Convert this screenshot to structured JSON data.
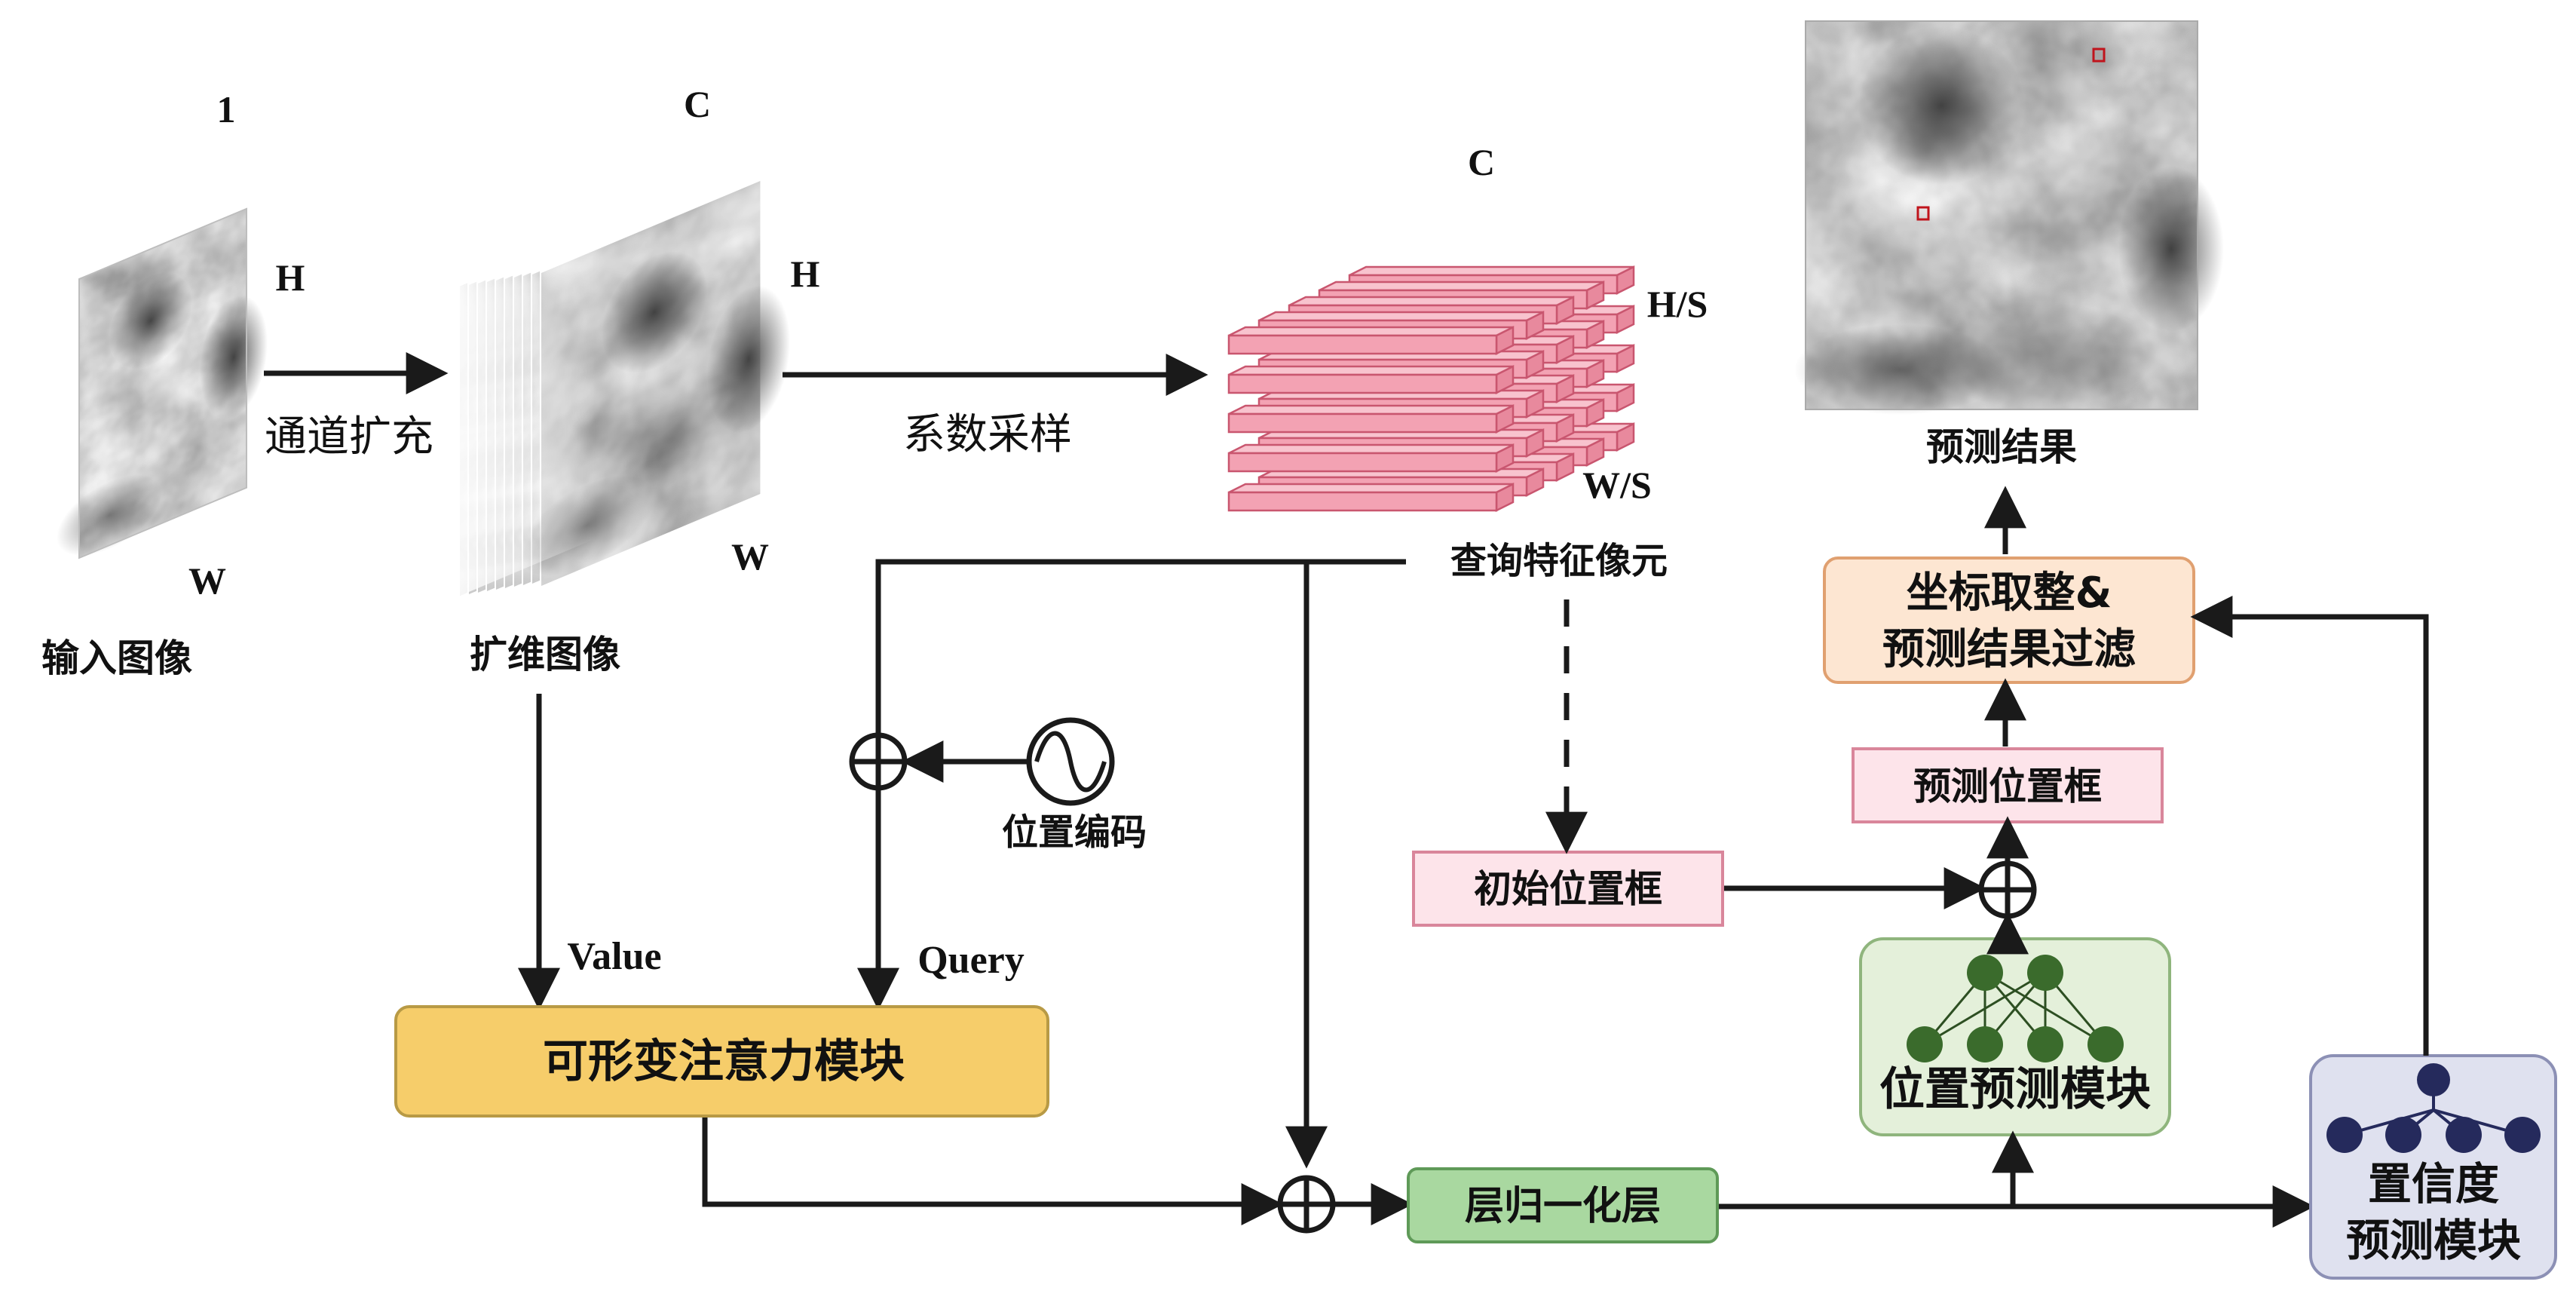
{
  "colors": {
    "line": "#1a1a1a",
    "deformable_fill": "#f6cd6a",
    "deformable_stroke": "#b89a45",
    "pink_fill": "#fde4ea",
    "pink_stroke": "#d9869b",
    "bar_fill": "#f3a2b3",
    "bar_stroke": "#c9566f",
    "green_fill": "#a9d8a0",
    "green_stroke": "#5f9a58",
    "pos_module_fill": "#e4f0da",
    "pos_module_stroke": "#8fb57d",
    "conf_module_fill": "#dfe1ef",
    "conf_module_stroke": "#8c90b5",
    "coord_fill": "#fde6d2",
    "coord_stroke": "#e0a070",
    "node_green": "#3a6b2c",
    "node_navy": "#252a5c",
    "detection_box": "#c0141c"
  },
  "icons": {
    "encoding": "sine-wave-icon",
    "sum": "circled-plus-icon",
    "mlp": "neural-network-icon",
    "tree": "tree-network-icon"
  },
  "input": {
    "label": "输入图像",
    "dim_channel": "1",
    "dim_h": "H",
    "dim_w": "W"
  },
  "expand": {
    "arrow_label": "通道扩充",
    "label": "扩维图像",
    "dim_channel": "C",
    "dim_h": "H",
    "dim_w": "W"
  },
  "sampling": {
    "arrow_label": "系数采样"
  },
  "query_pixels": {
    "label": "查询特征像元",
    "dim_channel": "C",
    "dim_h": "H/S",
    "dim_w": "W/S"
  },
  "result": {
    "label": "预测结果"
  },
  "coord": {
    "line1": "坐标取整&",
    "line2": "预测结果过滤"
  },
  "pred_box": {
    "label": "预测位置框"
  },
  "init_box": {
    "label": "初始位置框"
  },
  "pos_encoding": {
    "label": "位置编码"
  },
  "attention": {
    "value_label": "Value",
    "query_label": "Query",
    "module_label": "可形变注意力模块"
  },
  "layernorm": {
    "label": "层归一化层"
  },
  "pos_module": {
    "label": "位置预测模块"
  },
  "conf_module": {
    "line1": "置信度",
    "line2": "预测模块"
  }
}
